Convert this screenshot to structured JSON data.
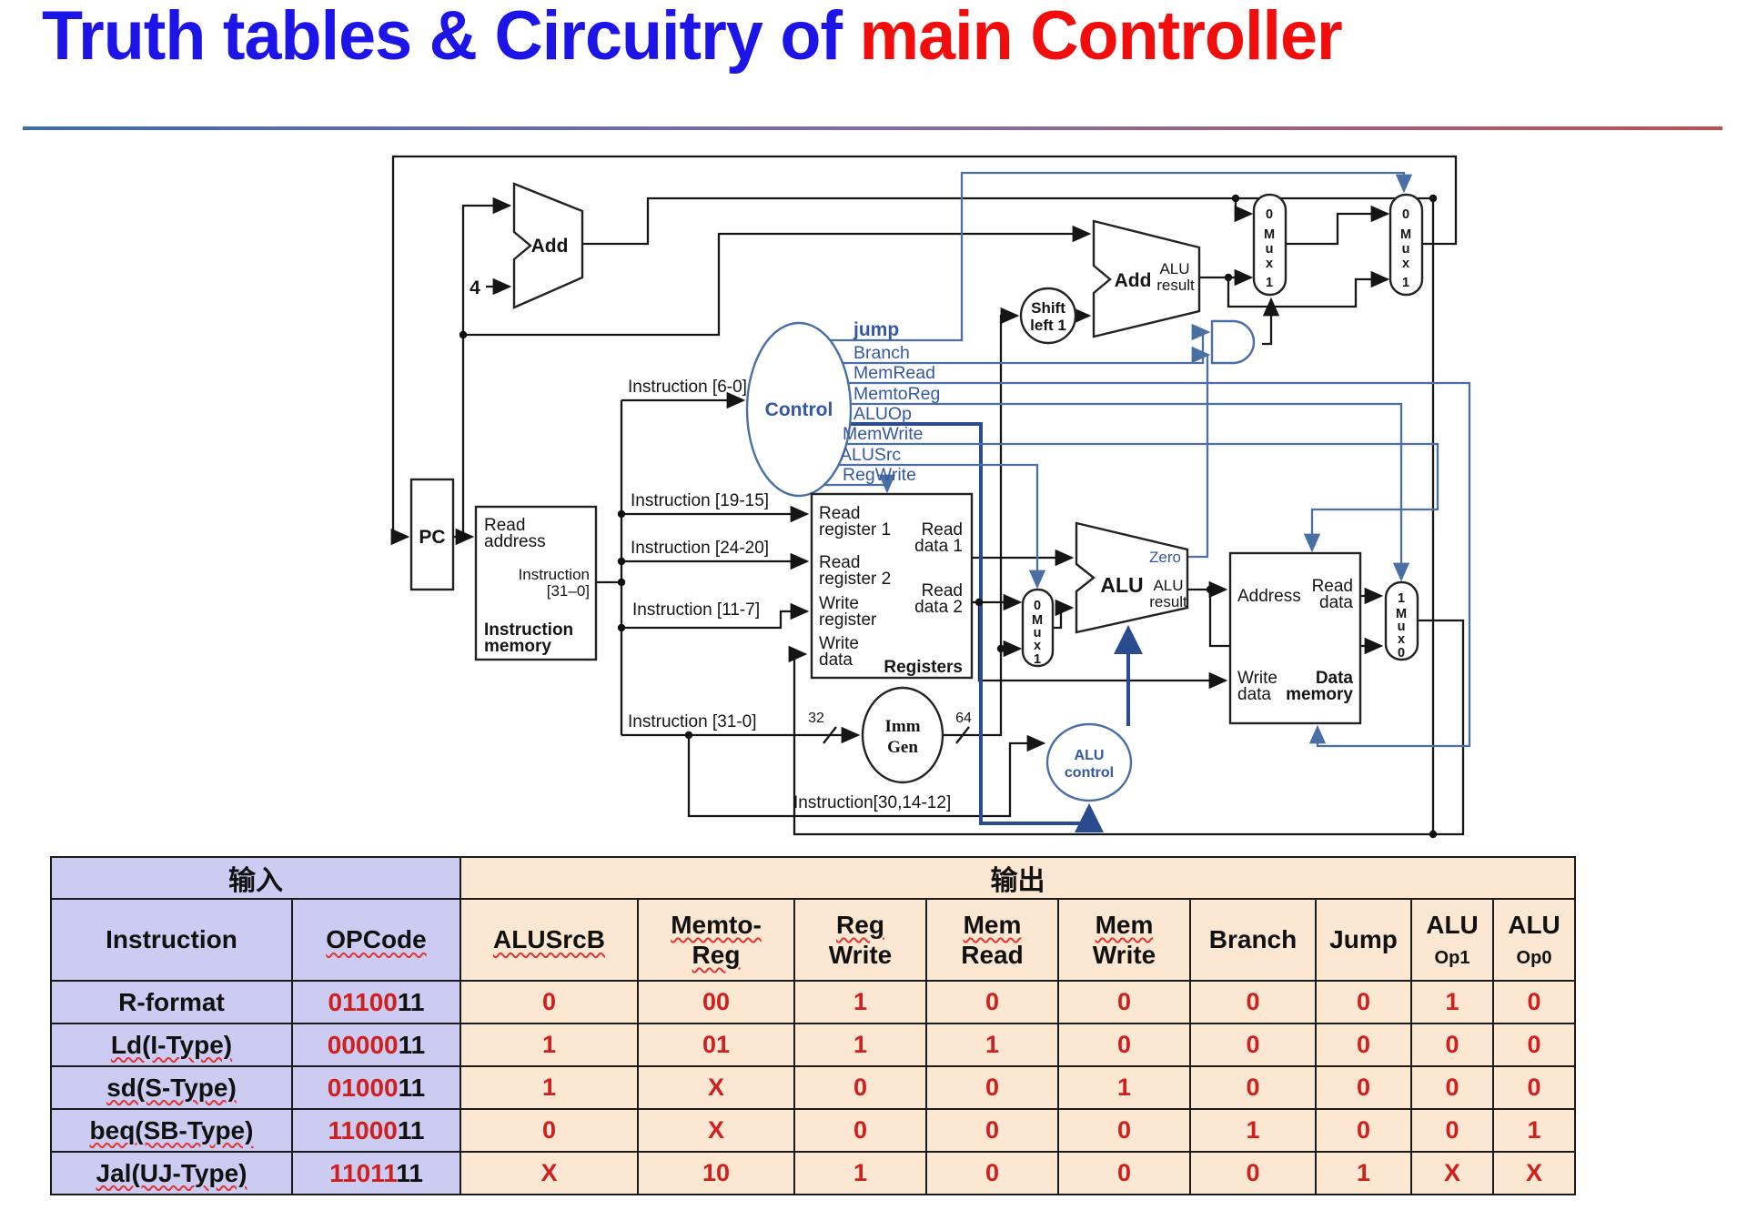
{
  "title": {
    "part_blue": "Truth tables & Circuitry of ",
    "part_red": "main Controller"
  },
  "colors": {
    "title_blue": "#1d14e8",
    "title_red": "#f20d0d",
    "table_input_bg": "#ccccf2",
    "table_output_bg": "#fbe7d2",
    "value_red": "#cf1f1f",
    "wire_blue": "#4a6fa5",
    "wire_dark_blue": "#2a4b8d"
  },
  "diagram": {
    "pc": "PC",
    "add1": "Add",
    "four": "4",
    "add2": {
      "name": "Add",
      "sub1": "ALU",
      "sub2": "result"
    },
    "shift": {
      "l1": "Shift",
      "l2": "left 1"
    },
    "control": "Control",
    "signals": {
      "jump": "jump",
      "branch": "Branch",
      "memread": "MemRead",
      "memtoreg": "MemtoReg",
      "aluop": "ALUOp",
      "memwrite": "MemWrite",
      "alusrc": "ALUSrc",
      "regwrite": "RegWrite"
    },
    "imem": {
      "l1": "Read",
      "l2": "address",
      "l3": "Instruction",
      "l4": "[31–0]",
      "l5": "Instruction",
      "l6": "memory"
    },
    "regs": {
      "rr1a": "Read",
      "rr1b": "register 1",
      "rr2a": "Read",
      "rr2b": "register 2",
      "wra": "Write",
      "wrb": "register",
      "wda": "Write",
      "wdb": "data",
      "rd1a": "Read",
      "rd1b": "data 1",
      "rd2a": "Read",
      "rd2b": "data 2",
      "name": "Registers"
    },
    "dmem": {
      "addr": "Address",
      "rda": "Read",
      "rdb": "data",
      "wda": "Write",
      "wdb": "data",
      "namea": "Data",
      "nameb": "memory"
    },
    "alu": {
      "name": "ALU",
      "zero": "Zero",
      "resa": "ALU",
      "resb": "result"
    },
    "immgen": {
      "l1": "Imm",
      "l2": "Gen",
      "busin": "32",
      "busout": "64"
    },
    "alucontrol": {
      "l1": "ALU",
      "l2": "control"
    },
    "muxes": {
      "m01": [
        "0",
        "M",
        "u",
        "x",
        "1"
      ],
      "m10": [
        "1",
        "M",
        "u",
        "x",
        "0"
      ]
    },
    "taps": {
      "i60": "Instruction [6-0]",
      "i1915": "Instruction [19-15]",
      "i2420": "Instruction [24-20]",
      "i117": "Instruction [11-7]",
      "i310": "Instruction [31-0]",
      "i3014": "Instruction[30,14-12]"
    }
  },
  "table": {
    "group_headers": {
      "input": "输入",
      "output": "输出"
    },
    "columns": [
      {
        "l1": "Instruction",
        "l2": ""
      },
      {
        "l1": "OPCode",
        "l2": ""
      },
      {
        "l1": "ALUSrcB",
        "l2": ""
      },
      {
        "l1": "Memto-",
        "l2": "Reg"
      },
      {
        "l1": "Reg",
        "l2": "Write"
      },
      {
        "l1": "Mem",
        "l2": "Read"
      },
      {
        "l1": "Mem",
        "l2": "Write"
      },
      {
        "l1": "Branch",
        "l2": ""
      },
      {
        "l1": "Jump",
        "l2": ""
      },
      {
        "l1": "ALU",
        "l2": "Op1"
      },
      {
        "l1": "ALU",
        "l2": "Op0"
      }
    ],
    "rows": [
      {
        "label": "R-format",
        "op_red": "01100",
        "op_black": "11",
        "v": [
          "0",
          "00",
          "1",
          "0",
          "0",
          "0",
          "0",
          "1",
          "0"
        ]
      },
      {
        "label": "Ld(I-Type)",
        "op_red": "00000",
        "op_black": "11",
        "v": [
          "1",
          "01",
          "1",
          "1",
          "0",
          "0",
          "0",
          "0",
          "0"
        ]
      },
      {
        "label": "sd(S-Type)",
        "op_red": "01000",
        "op_black": "11",
        "v": [
          "1",
          "X",
          "0",
          "0",
          "1",
          "0",
          "0",
          "0",
          "0"
        ]
      },
      {
        "label": "beq(SB-Type)",
        "op_red": "11000",
        "op_black": "11",
        "v": [
          "0",
          "X",
          "0",
          "0",
          "0",
          "1",
          "0",
          "0",
          "1"
        ]
      },
      {
        "label": "Jal(UJ-Type)",
        "op_red": "11011",
        "op_black": "11",
        "v": [
          "X",
          "10",
          "1",
          "0",
          "0",
          "0",
          "1",
          "X",
          "X"
        ]
      }
    ]
  }
}
